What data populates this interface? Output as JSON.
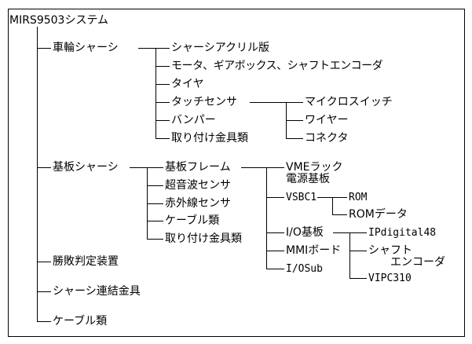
{
  "root": "MIRS9503システム",
  "level1": {
    "wheel_chassis": "車輪シャーシ",
    "board_chassis": "基板シャーシ",
    "judge_device": "勝敗判定装置",
    "chassis_connector": "シャーシ連結金具",
    "cables": "ケーブル類"
  },
  "wheel": {
    "acrylic": "シャーシアクリル版",
    "motor": "モータ、ギアボックス、シャフトエンコーダ",
    "tire": "タイヤ",
    "touch_sensor": "タッチセンサ",
    "bumper": "バンパー",
    "fittings": "取り付け金具類"
  },
  "touch": {
    "microswitch": "マイクロスイッチ",
    "wire": "ワイヤー",
    "connector": "コネクタ"
  },
  "board": {
    "frame": "基板フレーム",
    "ultrasonic": "超音波センサ",
    "infrared": "赤外線センサ",
    "cables": "ケーブル類",
    "fittings": "取り付け金具類"
  },
  "frame_parts": {
    "vme_rack": "VMEラック",
    "power_board": "電源基板",
    "vsbc1": "VSBC1",
    "io_board": "I/O基板",
    "mmi_board": "MMIボード",
    "io_sub": "I/OSub"
  },
  "vsbc": {
    "rom": "ROM",
    "rom_data": "ROMデータ"
  },
  "io": {
    "ipdigital": "IPdigital48",
    "shaft_encoder_1": "シャフト",
    "shaft_encoder_2": "エンコーダ",
    "vipc": "VIPC310"
  }
}
